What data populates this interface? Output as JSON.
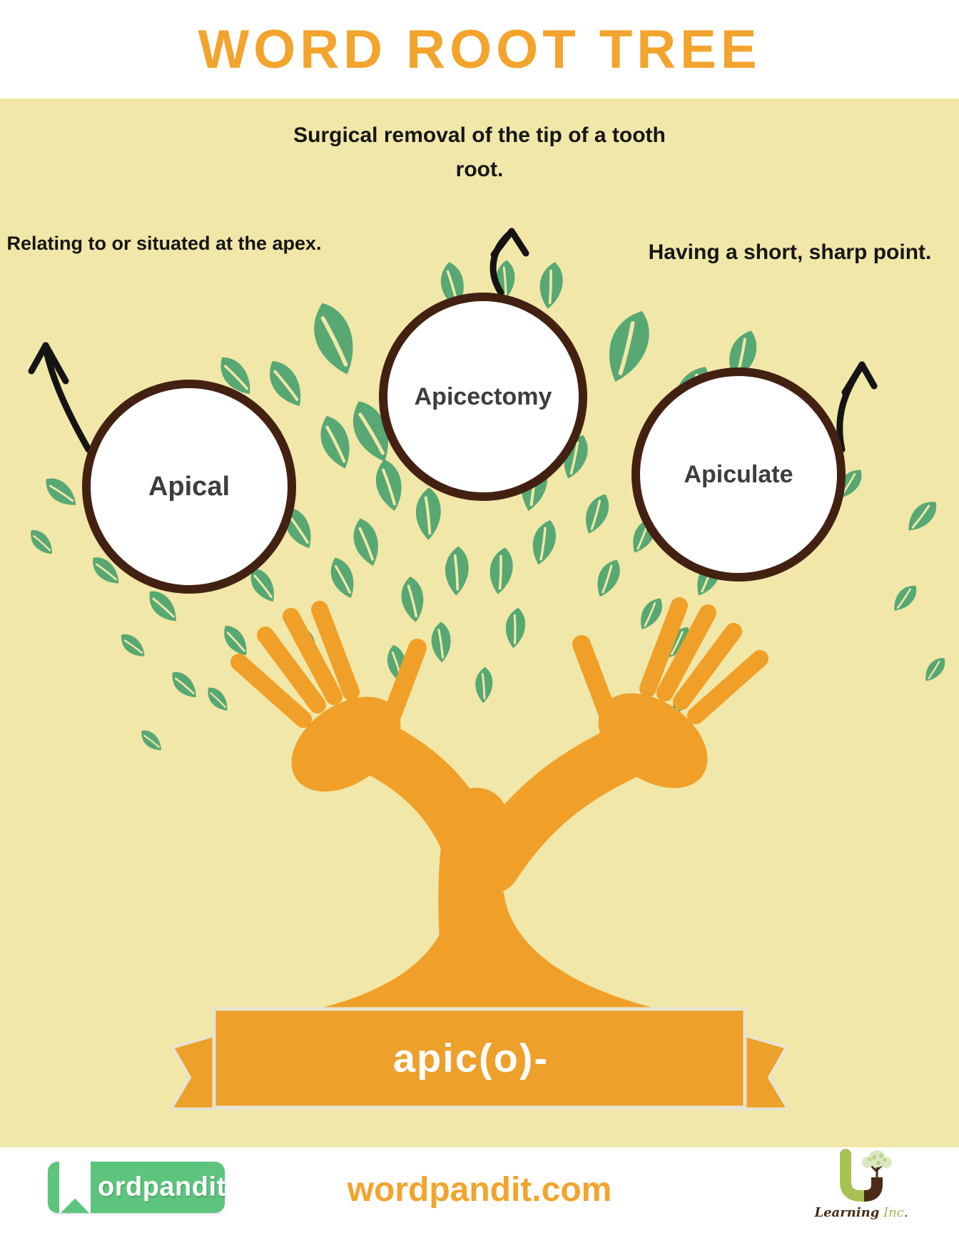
{
  "title": "WORD ROOT TREE",
  "entries": [
    {
      "word": "Apical",
      "definition": "Relating to or situated at the apex."
    },
    {
      "word": "Apicectomy",
      "definition": "Surgical removal of the tip of a tooth root."
    },
    {
      "word": "Apiculate",
      "definition": "Having a short, sharp point."
    }
  ],
  "root": {
    "prefix": "apic(o)-"
  },
  "footer": {
    "brand_text": "ordpandit",
    "site": "wordpandit.com",
    "partner": {
      "name": "Learning",
      "suffix": "Inc",
      "period": "."
    }
  },
  "colors": {
    "background": "#F1E7A8",
    "title_orange": "#F2A42C",
    "tree_orange": "#F0A028",
    "ribbon_orange": "#EDA02A",
    "leaf_green": "#57A873",
    "circle_border_brown": "#432112",
    "definition_text": "#161616",
    "word_text": "#3D3D3D",
    "brand_green": "#5CC47D",
    "learning_green": "#A7C153",
    "learning_brown": "#4A2B15"
  }
}
